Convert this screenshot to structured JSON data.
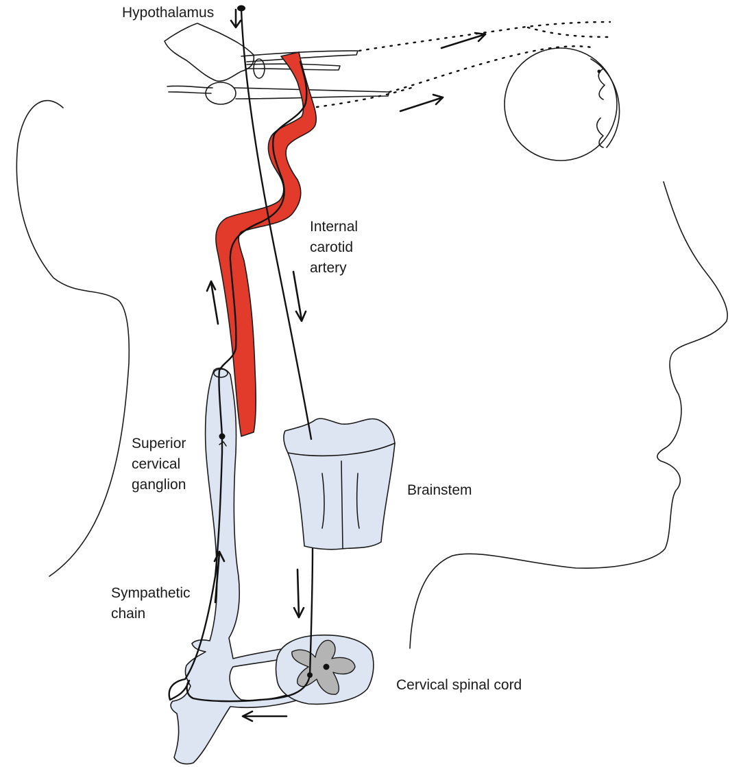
{
  "colors": {
    "artery": "#e23b2c",
    "neural_tissue": "#dde4f2",
    "grey_matter": "#b4b4b4",
    "line": "#1a1a1a",
    "background": "#ffffff"
  },
  "labels": {
    "hypothalamus": "Hypothalamus",
    "internal_carotid_artery": [
      "Internal",
      "carotid",
      "artery"
    ],
    "superior_cervical_ganglion": [
      "Superior",
      "cervical",
      "ganglion"
    ],
    "brainstem": "Brainstem",
    "sympathetic_chain": [
      "Sympathetic",
      "chain"
    ],
    "cervical_spinal_cord": "Cervical spinal cord"
  }
}
